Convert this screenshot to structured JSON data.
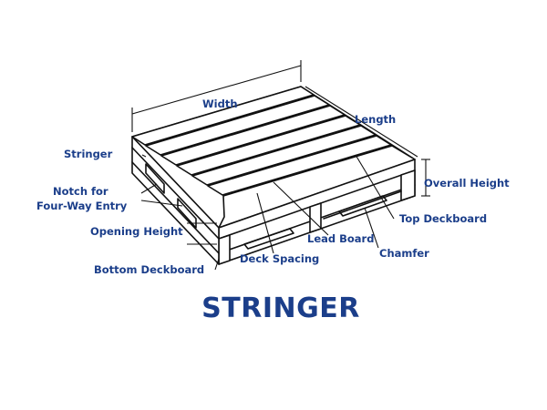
{
  "title": "STRINGER",
  "colors": {
    "label": "#1b3e8a",
    "ink": "#111111",
    "background": "#ffffff"
  },
  "labels": {
    "width": "Width",
    "length": "Length",
    "stringer": "Stringer",
    "notch_line1": "Notch for",
    "notch_line2": "Four-Way Entry",
    "overall_height": "Overall Height",
    "top_deckboard": "Top Deckboard",
    "opening_height": "Opening Height",
    "lead_board": "Lead Board",
    "chamfer": "Chamfer",
    "deck_spacing": "Deck Spacing",
    "bottom_deckboard": "Bottom Deckboard"
  }
}
